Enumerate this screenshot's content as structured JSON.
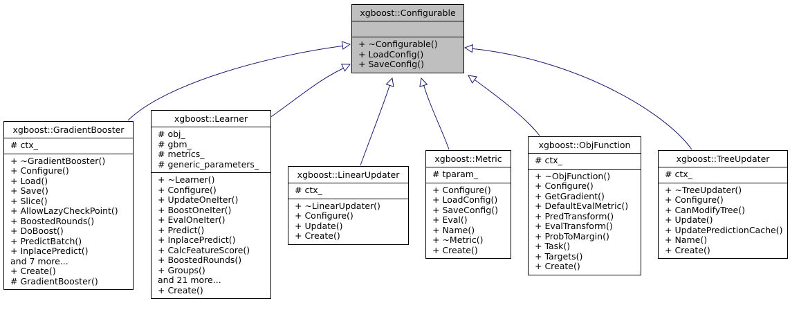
{
  "diagram": {
    "base": {
      "name": "xgboost::Configurable",
      "attributes": [],
      "methods": [
        "+ ~Configurable()",
        "+ LoadConfig()",
        "+ SaveConfig()"
      ]
    },
    "children": [
      {
        "name": "xgboost::GradientBooster",
        "attributes": [
          "# ctx_"
        ],
        "methods": [
          "+ ~GradientBooster()",
          "+ Configure()",
          "+ Load()",
          "+ Save()",
          "+ Slice()",
          "+ AllowLazyCheckPoint()",
          "+ BoostedRounds()",
          "+ DoBoost()",
          "+ PredictBatch()",
          "+ InplacePredict()",
          "and 7 more...",
          "+ Create()",
          "# GradientBooster()"
        ]
      },
      {
        "name": "xgboost::Learner",
        "attributes": [
          "# obj_",
          "# gbm_",
          "# metrics_",
          "# generic_parameters_"
        ],
        "methods": [
          "+ ~Learner()",
          "+ Configure()",
          "+ UpdateOneIter()",
          "+ BoostOneIter()",
          "+ EvalOneIter()",
          "+ Predict()",
          "+ InplacePredict()",
          "+ CalcFeatureScore()",
          "+ BoostedRounds()",
          "+ Groups()",
          "and 21 more...",
          "+ Create()"
        ]
      },
      {
        "name": "xgboost::LinearUpdater",
        "attributes": [
          "# ctx_"
        ],
        "methods": [
          "+ ~LinearUpdater()",
          "+ Configure()",
          "+ Update()",
          "+ Create()"
        ]
      },
      {
        "name": "xgboost::Metric",
        "attributes": [
          "# tparam_"
        ],
        "methods": [
          "+ Configure()",
          "+ LoadConfig()",
          "+ SaveConfig()",
          "+ Eval()",
          "+ Name()",
          "+ ~Metric()",
          "+ Create()"
        ]
      },
      {
        "name": "xgboost::ObjFunction",
        "attributes": [
          "# ctx_"
        ],
        "methods": [
          "+ ~ObjFunction()",
          "+ Configure()",
          "+ GetGradient()",
          "+ DefaultEvalMetric()",
          "+ PredTransform()",
          "+ EvalTransform()",
          "+ ProbToMargin()",
          "+ Task()",
          "+ Targets()",
          "+ Create()"
        ]
      },
      {
        "name": "xgboost::TreeUpdater",
        "attributes": [
          "# ctx_"
        ],
        "methods": [
          "+ ~TreeUpdater()",
          "+ Configure()",
          "+ CanModifyTree()",
          "+ Update()",
          "+ UpdatePredictionCache()",
          "+ Name()",
          "+ Create()"
        ]
      }
    ],
    "colors": {
      "edge": "#191970",
      "base_fill": "#bfbfbf",
      "box_fill": "#ffffff",
      "border": "#000000"
    }
  }
}
